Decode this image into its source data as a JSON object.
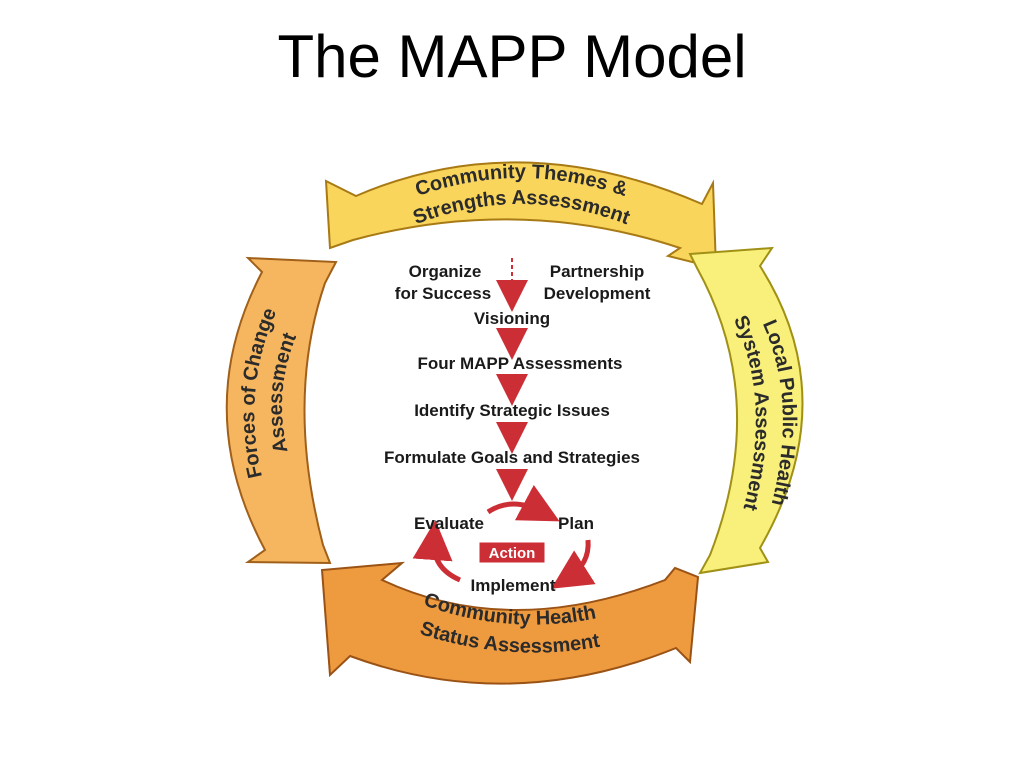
{
  "title": "The MAPP Model",
  "ring": {
    "top_line1": "Community Themes &",
    "top_line2": "Strengths Assessment",
    "right_line1": "Local Public Health",
    "right_line2": "System Assessment",
    "bottom_line1": "Community Health",
    "bottom_line2": "Status Assessment",
    "left_line1": "Forces of Change",
    "left_line2": "Assessment"
  },
  "steps": {
    "organize_line1": "Organize",
    "organize_line2": "for Success",
    "partnership_line1": "Partnership",
    "partnership_line2": "Development",
    "visioning": "Visioning",
    "assessments": "Four MAPP Assessments",
    "issues": "Identify Strategic Issues",
    "goals": "Formulate Goals and Strategies"
  },
  "cycle": {
    "evaluate": "Evaluate",
    "plan": "Plan",
    "action": "Action",
    "implement": "Implement"
  },
  "colors": {
    "top": "#f9d55c",
    "right": "#f8f07a",
    "bottom": "#ee9a3f",
    "left": "#f6b65f",
    "arrow": "#cc2e36"
  }
}
